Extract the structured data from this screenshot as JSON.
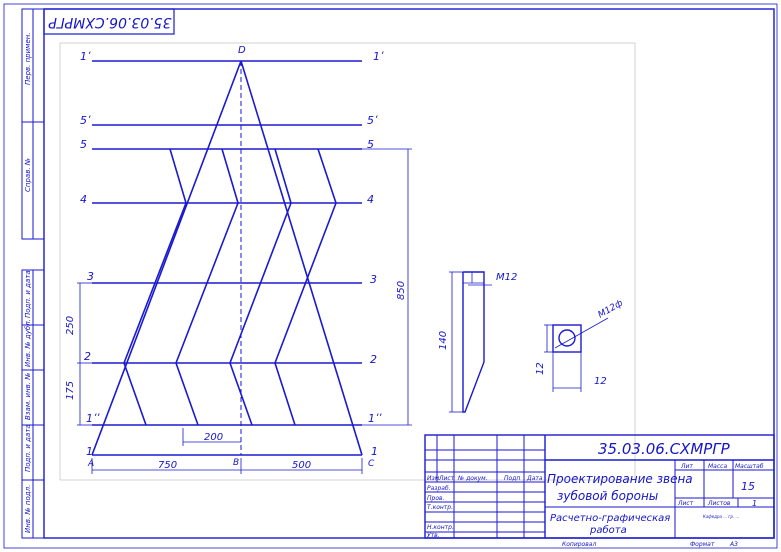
{
  "drawing": {
    "designation": "35.03.06.СХМРГР",
    "designation_rotated": "35.03.06.СХМРГР",
    "title_line1": "Проектирование звена",
    "title_line2": "зубовой бороны",
    "subtitle_line1": "Расчетно-графическая",
    "subtitle_line2": "работа",
    "sheets_total": "15",
    "sheet_number": "1",
    "copied": "Копировал",
    "format_label": "Формат",
    "format_value": "А3",
    "small_note": "Кафедра ... гр. ..."
  },
  "title_block_labels": {
    "lit": "Лит",
    "mass": "Масса",
    "scale": "Масштаб",
    "sheet": "Лист",
    "sheets": "Листов",
    "izm": "Изм",
    "list": "Лист",
    "doc_no": "№ докум.",
    "sign": "Подп",
    "date": "Дата",
    "razrab": "Разраб.",
    "prov": "Пров.",
    "tkontr": "Т.контр.",
    "nkontr": "Н.контр.",
    "utv": "Утв."
  },
  "side_stamps": {
    "perv_primen": "Перв. примен.",
    "sprav_no": "Справ. №",
    "podp_data_1": "Подп. и дата",
    "inv_dubl": "Инв. № дубл.",
    "vzam_inv": "Взам. инв. №",
    "podp_data_2": "Подп. и дата",
    "inv_podl": "Инв. № подл."
  },
  "lines": {
    "l1p": "1ʹ",
    "l5p": "5ʹ",
    "l5": "5",
    "l4": "4",
    "l3": "3",
    "l2": "2",
    "l1pp": "1ʹʹ",
    "l1": "1"
  },
  "points": {
    "D": "D",
    "A": "A",
    "B": "B",
    "C": "C"
  },
  "dimensions": {
    "d750": "750",
    "d500": "500",
    "d200": "200",
    "d850": "850",
    "d250": "250",
    "d175": "175",
    "d140": "140",
    "d12a": "12",
    "d12b": "12",
    "m12": "М12",
    "m12f": "М12ф"
  }
}
